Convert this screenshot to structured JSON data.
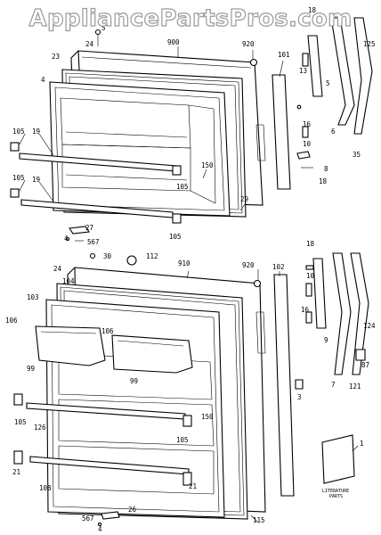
{
  "watermark": "AppliancePartsPros.com",
  "labels": {
    "l1": "1",
    "l3": "3",
    "l4a": "4",
    "l4b": "4",
    "l4c": "4",
    "l5a": "5",
    "l5b": "5",
    "l6": "6",
    "l7": "7",
    "l8": "8",
    "l9": "9",
    "l10a": "10",
    "l10b": "10",
    "l13": "13",
    "l16a": "16",
    "l16b": "16",
    "l18a": "18",
    "l18b": "18",
    "l18c": "18",
    "l19a": "19",
    "l19b": "19",
    "l21a": "21",
    "l21b": "21",
    "l23": "23",
    "l24a": "24",
    "l24b": "24",
    "l26": "26",
    "l27": "27",
    "l29": "29",
    "l30": "30",
    "l35": "35",
    "l87": "87",
    "l99a": "99",
    "l99b": "99",
    "l101": "101",
    "l102": "102",
    "l103": "103",
    "l104": "104",
    "l105a": "105",
    "l105b": "105",
    "l105c": "105",
    "l105d": "105",
    "l105e": "105",
    "l105f": "105",
    "l106a": "106",
    "l106b": "106",
    "l108": "108",
    "l112": "112",
    "l115": "115",
    "l121": "121",
    "l124": "124",
    "l125": "125",
    "l126": "126",
    "l150a": "150",
    "l150b": "150",
    "l567a": "567",
    "l567b": "567",
    "l900": "900",
    "l910": "910",
    "l920a": "920",
    "l920b": "920",
    "lit1": "LITERATURE",
    "lit2": "PARTS"
  }
}
